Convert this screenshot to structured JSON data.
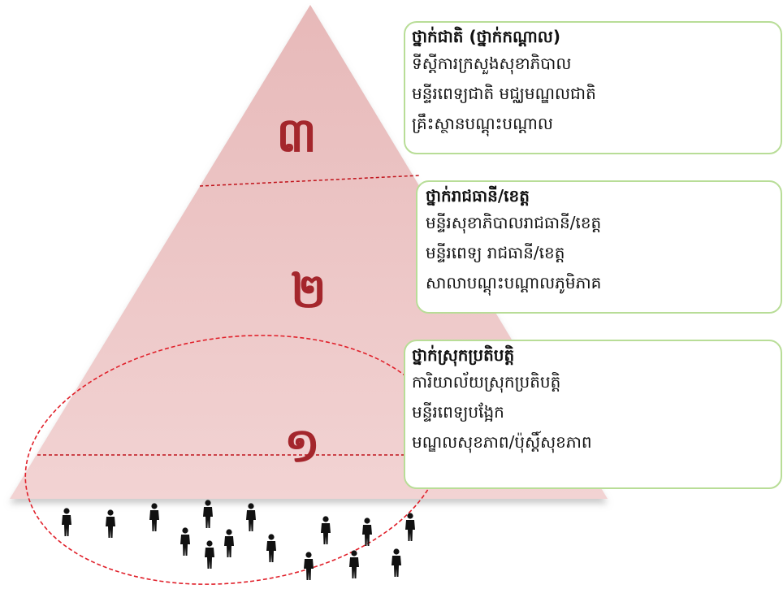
{
  "colors": {
    "pyramid_fill": "#ecc6c6",
    "numeral": "#a4262c",
    "divider": "#c0121a",
    "box_border": "#b8dd97",
    "person": "#111111"
  },
  "levels": [
    {
      "numeral": "៣",
      "title": "ថ្នាក់ជាតិ (ថ្នាក់កណ្តាល)",
      "lines": [
        "ទីស្តីការក្រសួងសុខាភិបាល",
        "មន្ទីរពេទ្យជាតិ មជ្ឈមណ្ឌលជាតិ",
        "គ្រឹះស្ថានបណ្តុះបណ្តាល"
      ]
    },
    {
      "numeral": "២",
      "title": "ថ្នាក់រាជធានី/ខេត្ត",
      "lines": [
        "មន្ទីរសុខាភិបាលរាជធានី/ខេត្ត",
        "មន្ទីរពេទ្យ រាជធានី/ខេត្ត",
        "សាលាបណ្តុះបណ្តាលភូមិភាគ"
      ]
    },
    {
      "numeral": "១",
      "title": "ថ្នាក់ស្រុកប្រតិបត្តិ",
      "lines": [
        "ការិយាល័យស្រុកប្រតិបត្តិ",
        "មន្ទីរពេទ្យបង្អែក",
        "មណ្ឌលសុខភាព/ប៉ុស្តិ៍សុខភាព"
      ]
    }
  ],
  "people_icon": "person-icon"
}
